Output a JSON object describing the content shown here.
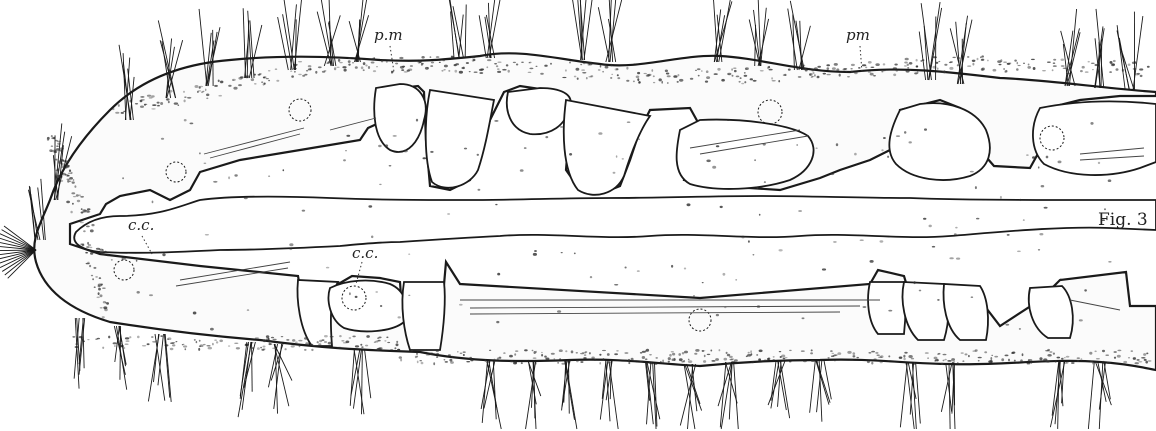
{
  "figure": {
    "caption": "Fig. 3",
    "labels": {
      "pm_1": "p.m",
      "pm_2": "pm",
      "cc_1": "c.c.",
      "cc_2": "c.c."
    }
  },
  "colors": {
    "ink": "#1a1a1a",
    "paper": "#ffffff"
  }
}
